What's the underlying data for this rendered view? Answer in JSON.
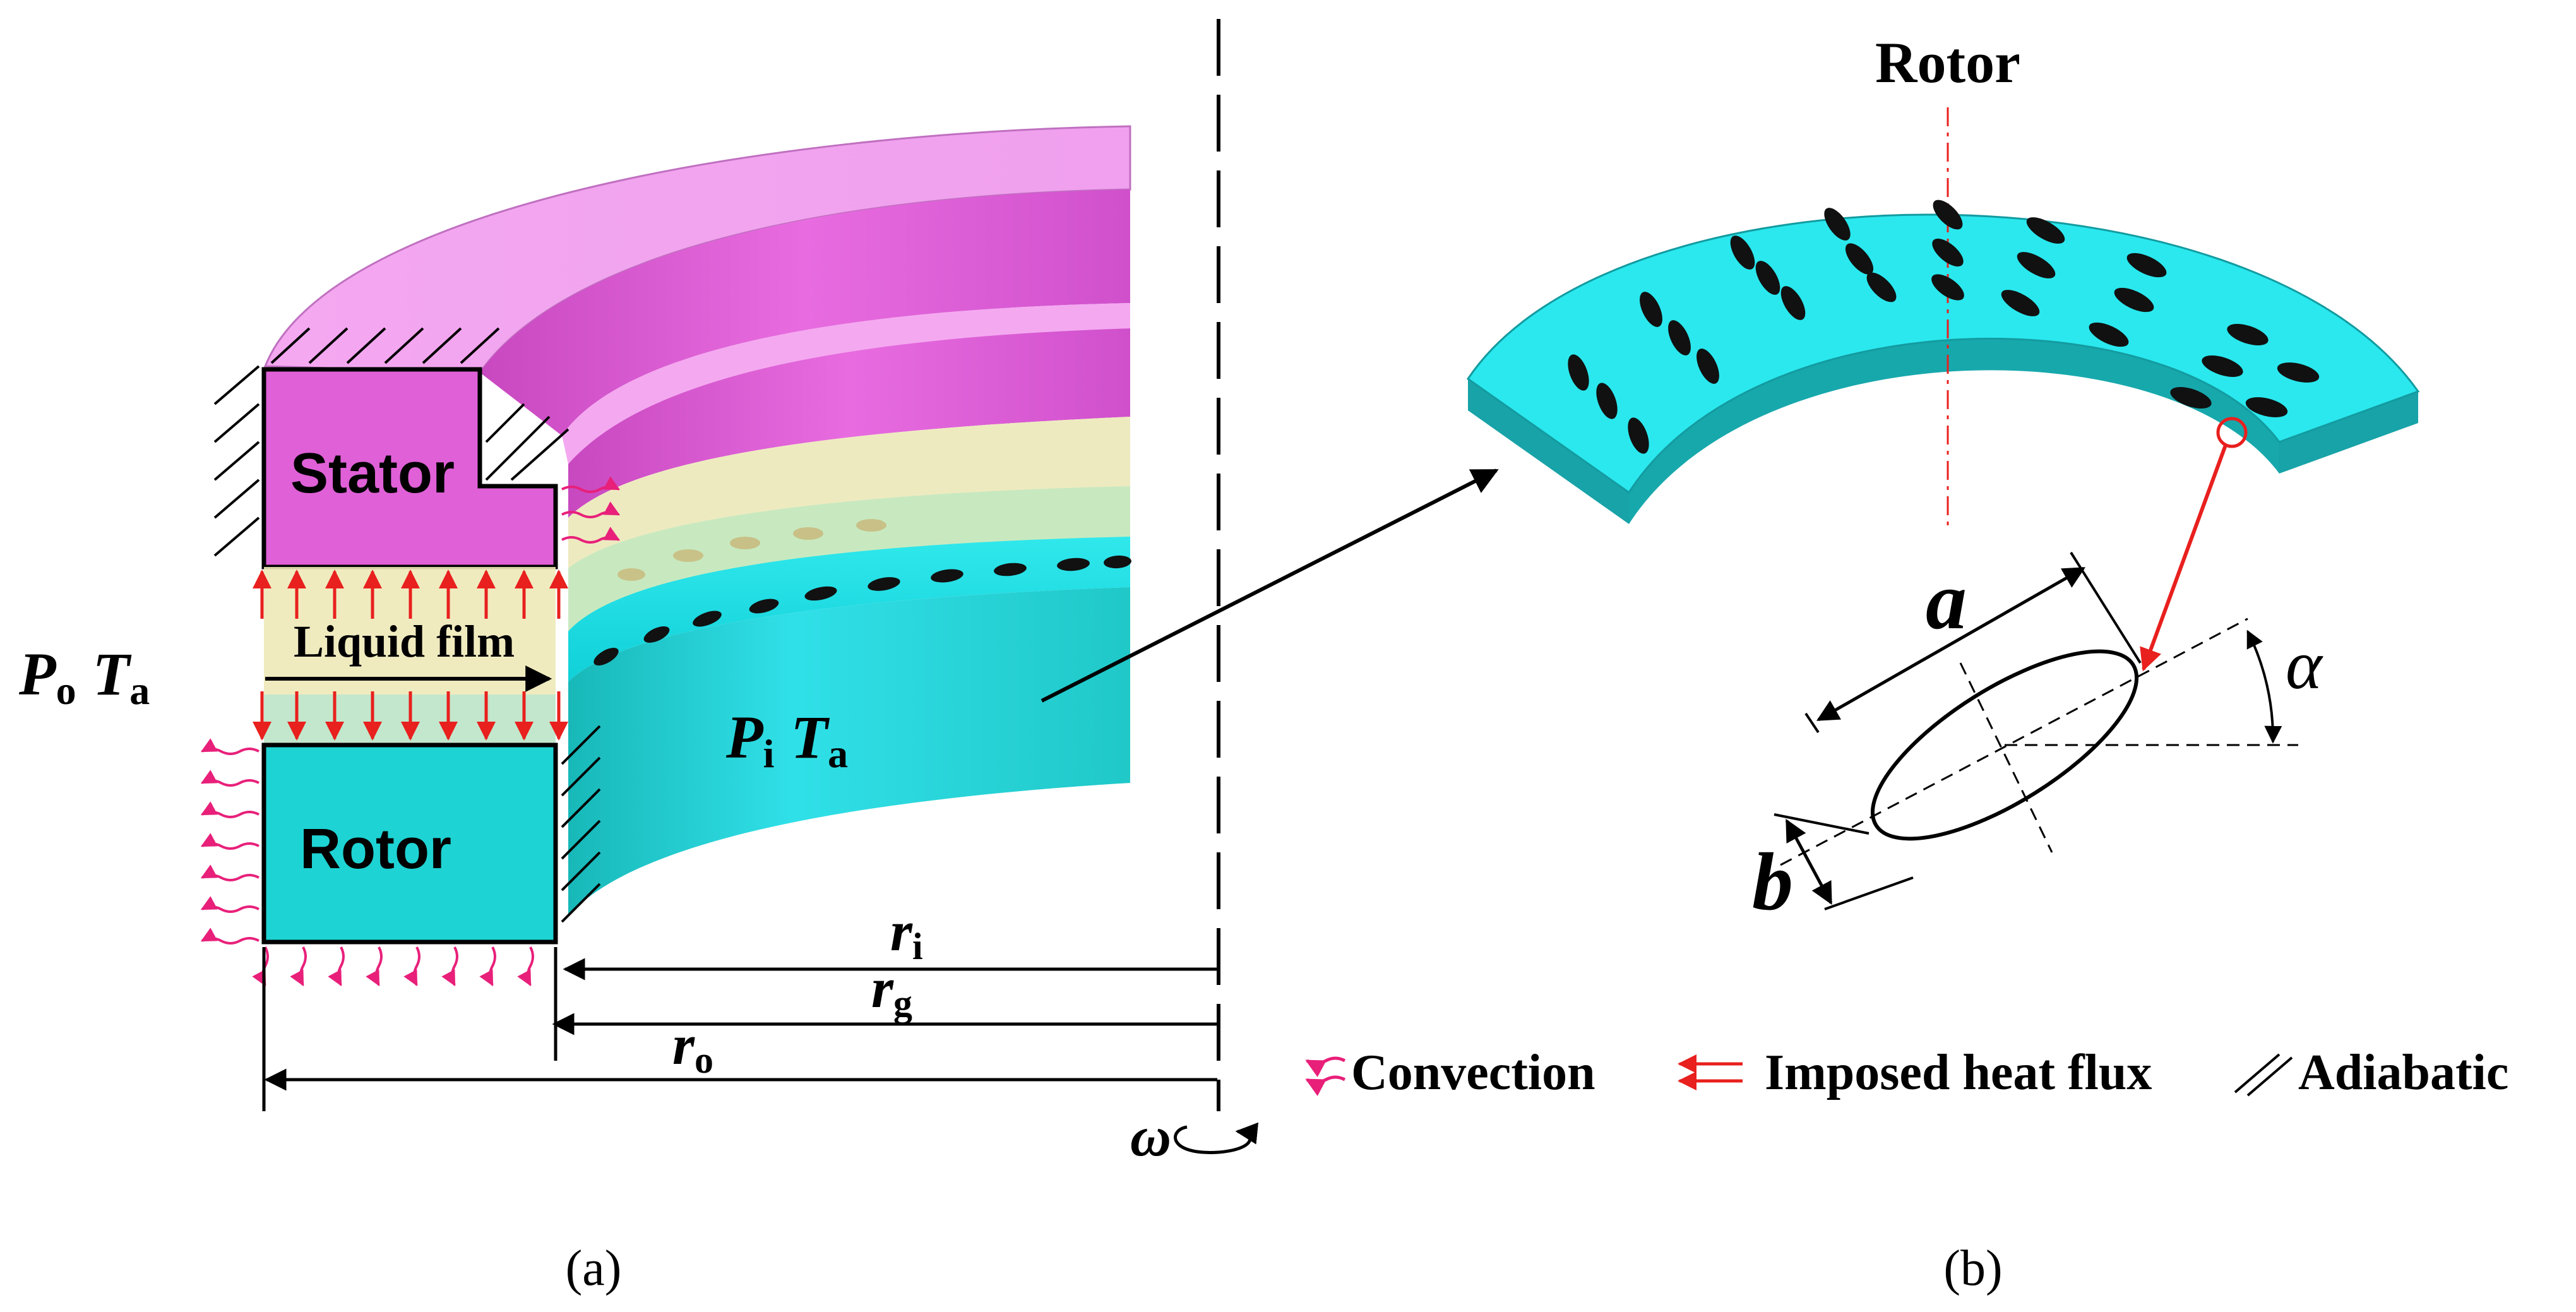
{
  "panel_a": {
    "stator_label": "Stator",
    "rotor_label": "Rotor",
    "film_label": "Liquid film",
    "outer_P": "P",
    "outer_P_sub": "o",
    "outer_T": "T",
    "outer_T_sub": "a",
    "inner_P": "P",
    "inner_P_sub": "i",
    "inner_T": "T",
    "inner_T_sub": "a",
    "r_i": "r",
    "r_i_sub": "i",
    "r_g": "r",
    "r_g_sub": "g",
    "r_o": "r",
    "r_o_sub": "o",
    "omega": "ω",
    "caption": "(a)"
  },
  "panel_b": {
    "rotor_label": "Rotor",
    "dim_a": "a",
    "dim_b": "b",
    "angle": "α",
    "caption": "(b)"
  },
  "legend": {
    "convection": "Convection",
    "imposed_heat_flux": "Imposed heat flux",
    "adiabatic": "Adiabatic"
  },
  "colors": {
    "stator": "#e060d8",
    "rotor": "#1ed3d3",
    "film": "#f0ecc0",
    "red_arrow": "#e8201e",
    "convection": "#e8207a"
  }
}
